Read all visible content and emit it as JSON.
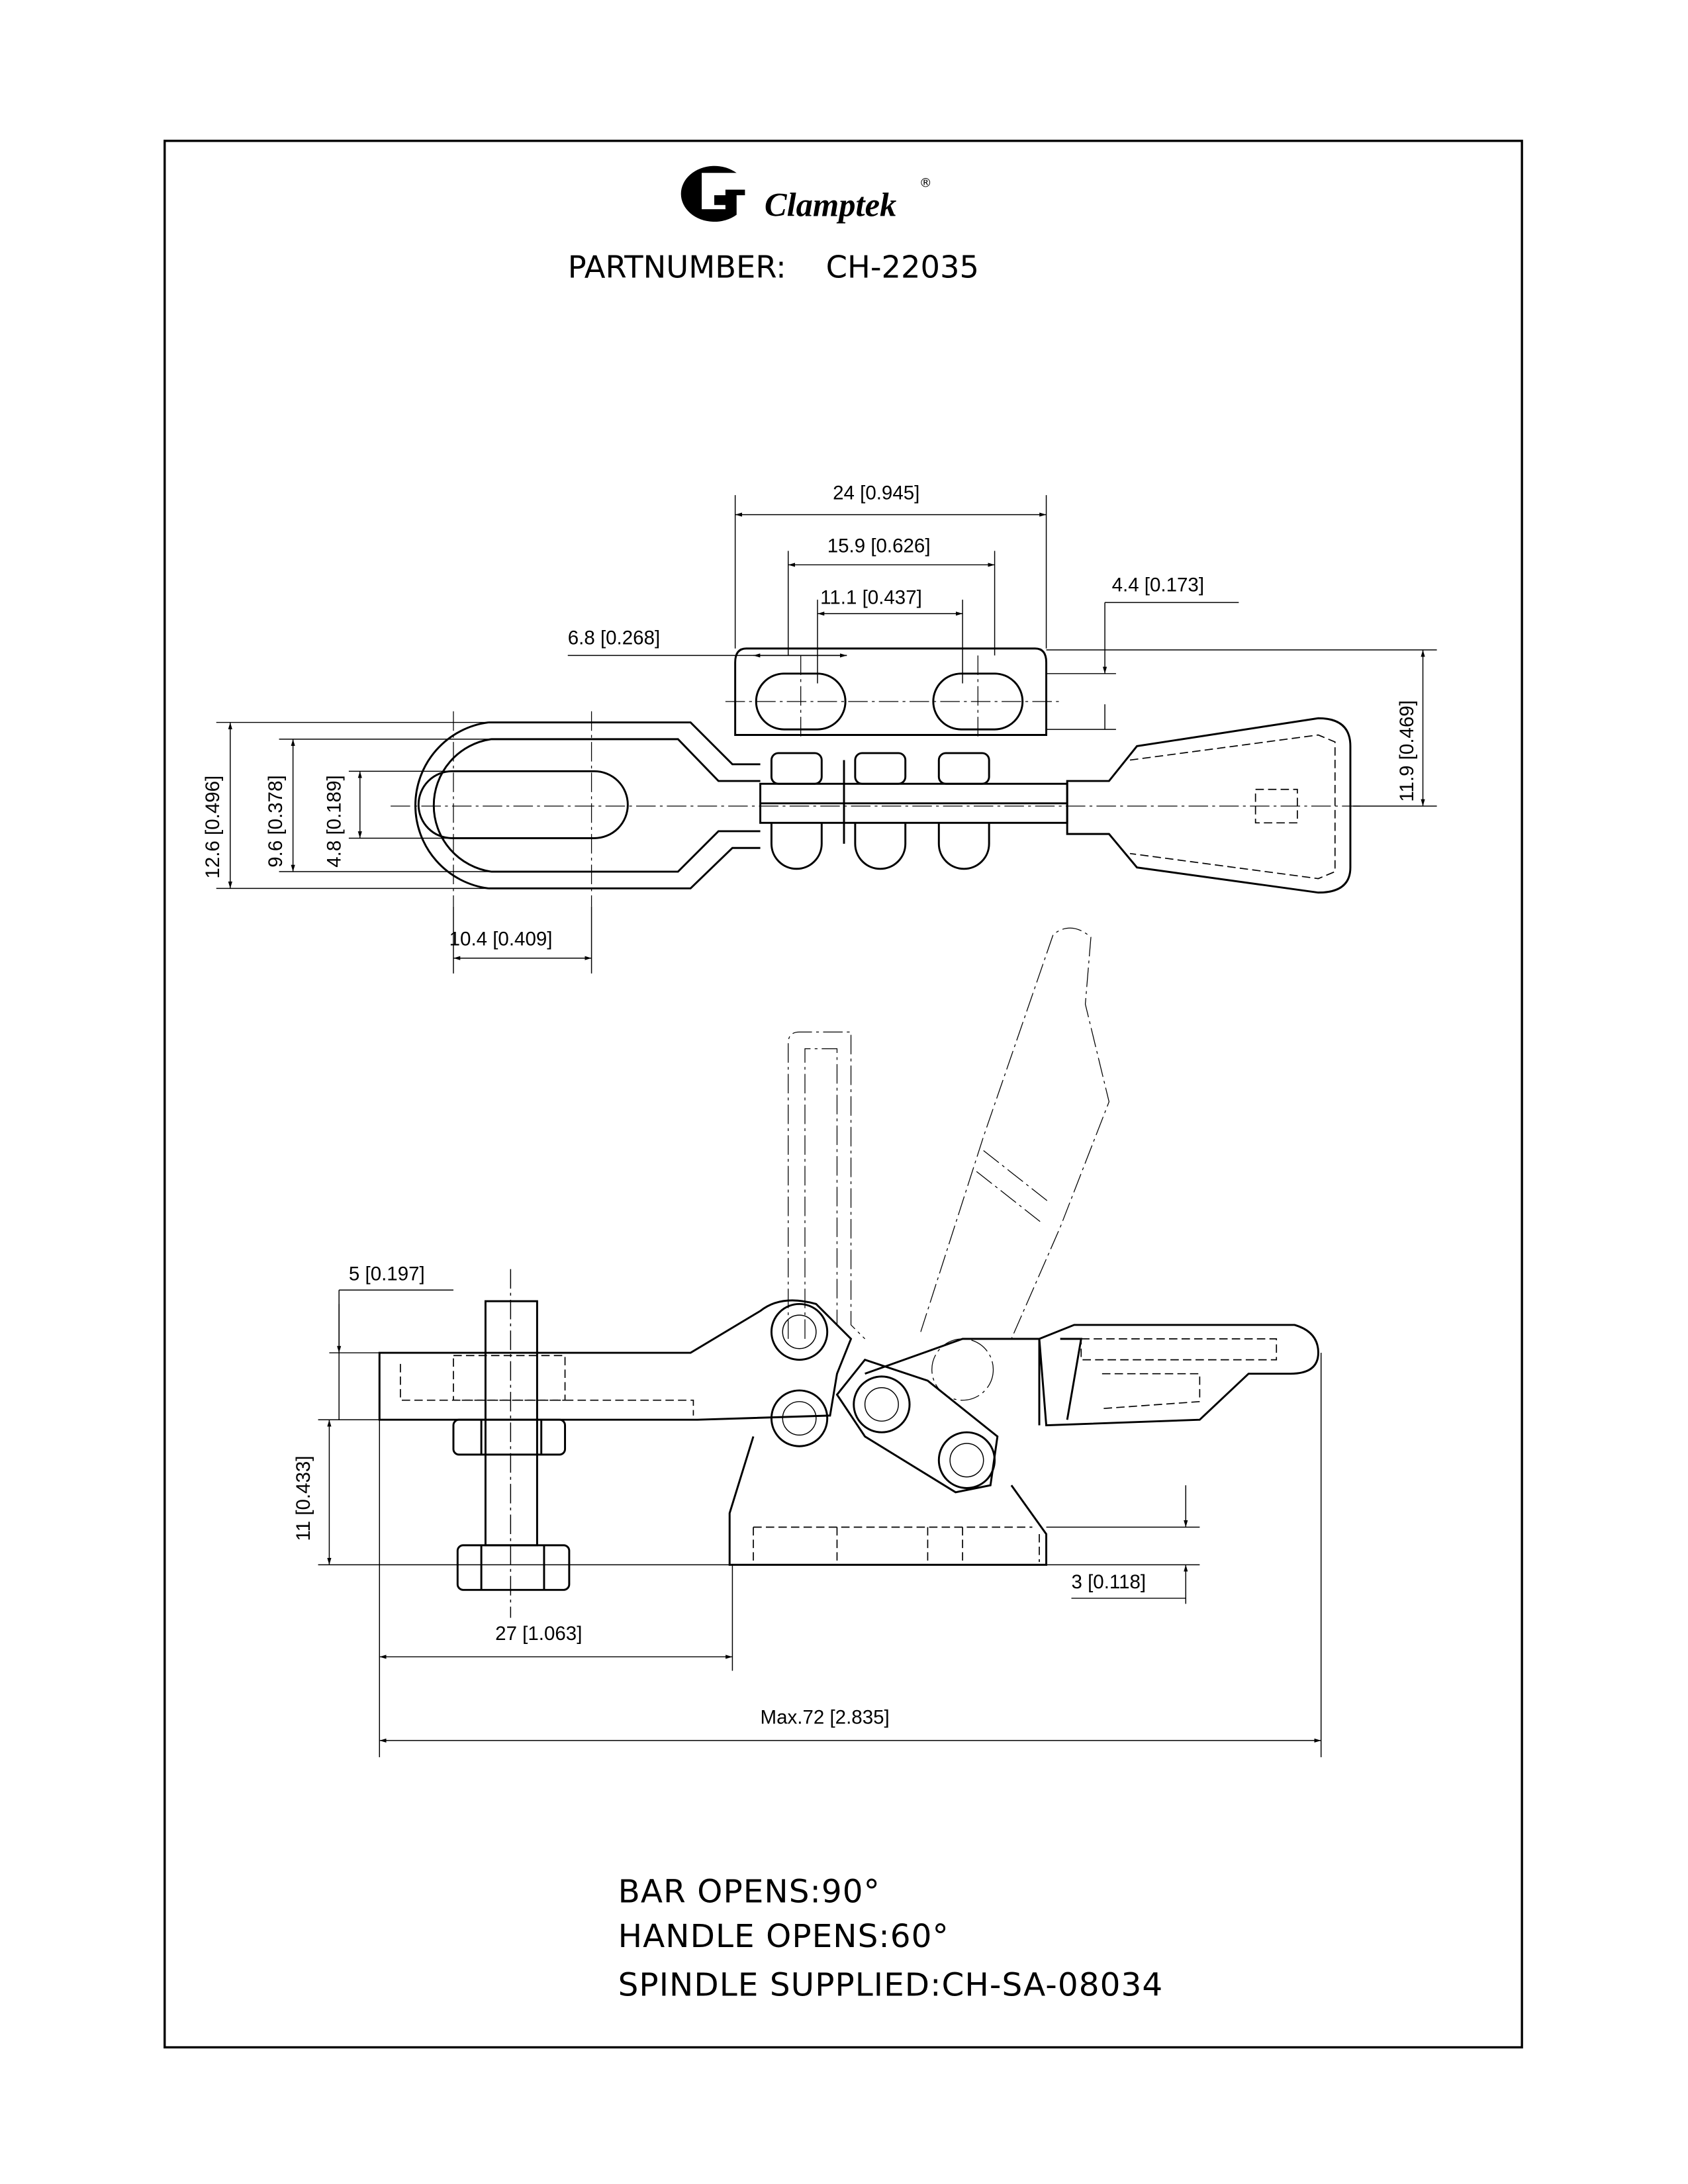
{
  "header": {
    "brand": "Clamptek",
    "registered_mark": "®",
    "part_number_label": "PARTNUMBER:",
    "part_number": "CH-22035"
  },
  "top_view_dimensions": {
    "d24": "24 [0.945]",
    "d15_9": "15.9 [0.626]",
    "d11_1": "11.1 [0.437]",
    "d6_8": "6.8 [0.268]",
    "d4_4": "4.4 [0.173]",
    "d11_9": "11.9 [0.469]",
    "d12_6": "12.6 [0.496]",
    "d9_6": "9.6 [0.378]",
    "d4_8": "4.8 [0.189]",
    "d10_4": "10.4 [0.409]"
  },
  "side_view_dimensions": {
    "d5": "5 [0.197]",
    "d11": "11 [0.433]",
    "d27": "27 [1.063]",
    "max72": "Max.72 [2.835]",
    "d3": "3 [0.118]"
  },
  "notes": [
    "BAR  OPENS:90°",
    "HANDLE  OPENS:60°",
    "SPINDLE  SUPPLIED:CH-SA-08034"
  ]
}
